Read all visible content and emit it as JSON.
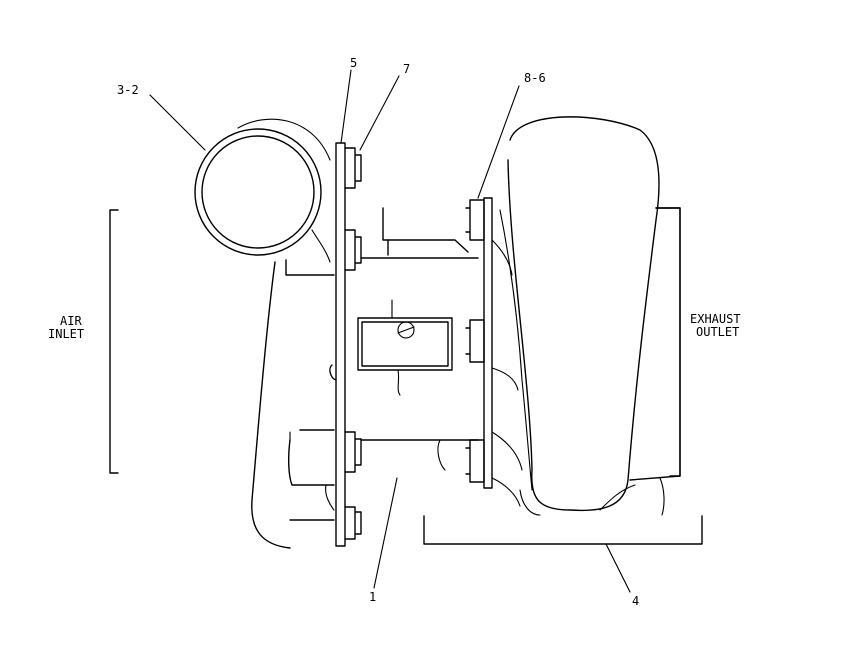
{
  "callouts": {
    "c_3_2": "3-2",
    "c_5": "5",
    "c_7": "7",
    "c_8_6": "8-6",
    "c_1": "1",
    "c_4": "4"
  },
  "labels": {
    "air_line1": "AIR",
    "air_line2": "INLET",
    "exhaust_line1": "EXHAUST",
    "exhaust_line2": "OUTLET"
  }
}
